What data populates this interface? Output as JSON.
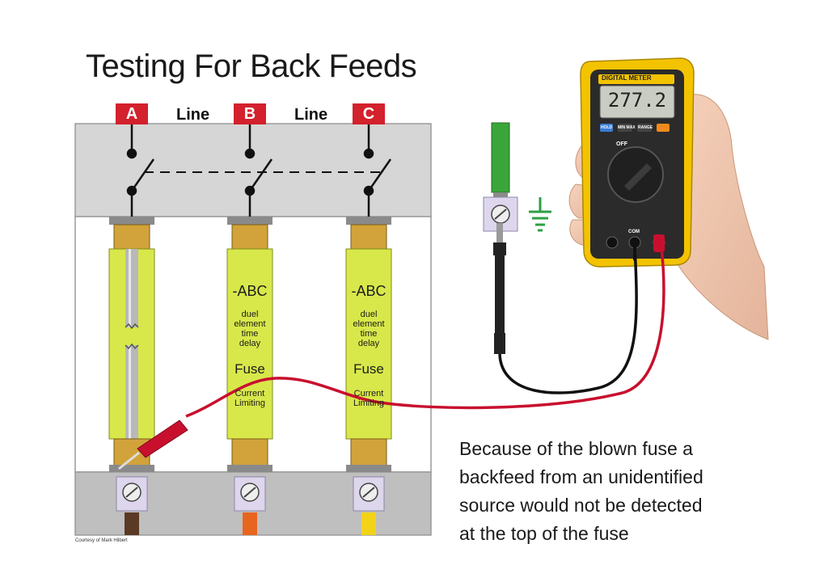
{
  "title": "Testing For Back Feeds",
  "phases": [
    "A",
    "B",
    "C"
  ],
  "line_label": "Line",
  "fuse": {
    "class": "-ABC",
    "line1": "duel",
    "line2": "element",
    "line3": "time",
    "line4": "delay",
    "fuse_word": "Fuse",
    "limit1": "Current",
    "limit2": "Limiting"
  },
  "caption": {
    "line1": "Because of the blown fuse a",
    "line2": "backfeed from an unidentified",
    "line3": "source would not be detected",
    "line4": "at the top of the fuse"
  },
  "credit": "Courtesy of Mark Hilbert",
  "meter": {
    "brand": "DIGITAL METER",
    "reading": "277.2",
    "btn_hold": "HOLD",
    "btn_minmax": "MIN MAX",
    "btn_range": "RANGE",
    "off": "OFF",
    "com": "COM"
  },
  "colors": {
    "phase_red": "#d3212d",
    "fuse_yellow": "#d8e84a",
    "cap_brass": "#d2a33a",
    "panel_gray": "#d6d6d6",
    "meter_yellow": "#f4c300",
    "lead_red": "#c8102e",
    "ground_green": "#2ea043"
  }
}
